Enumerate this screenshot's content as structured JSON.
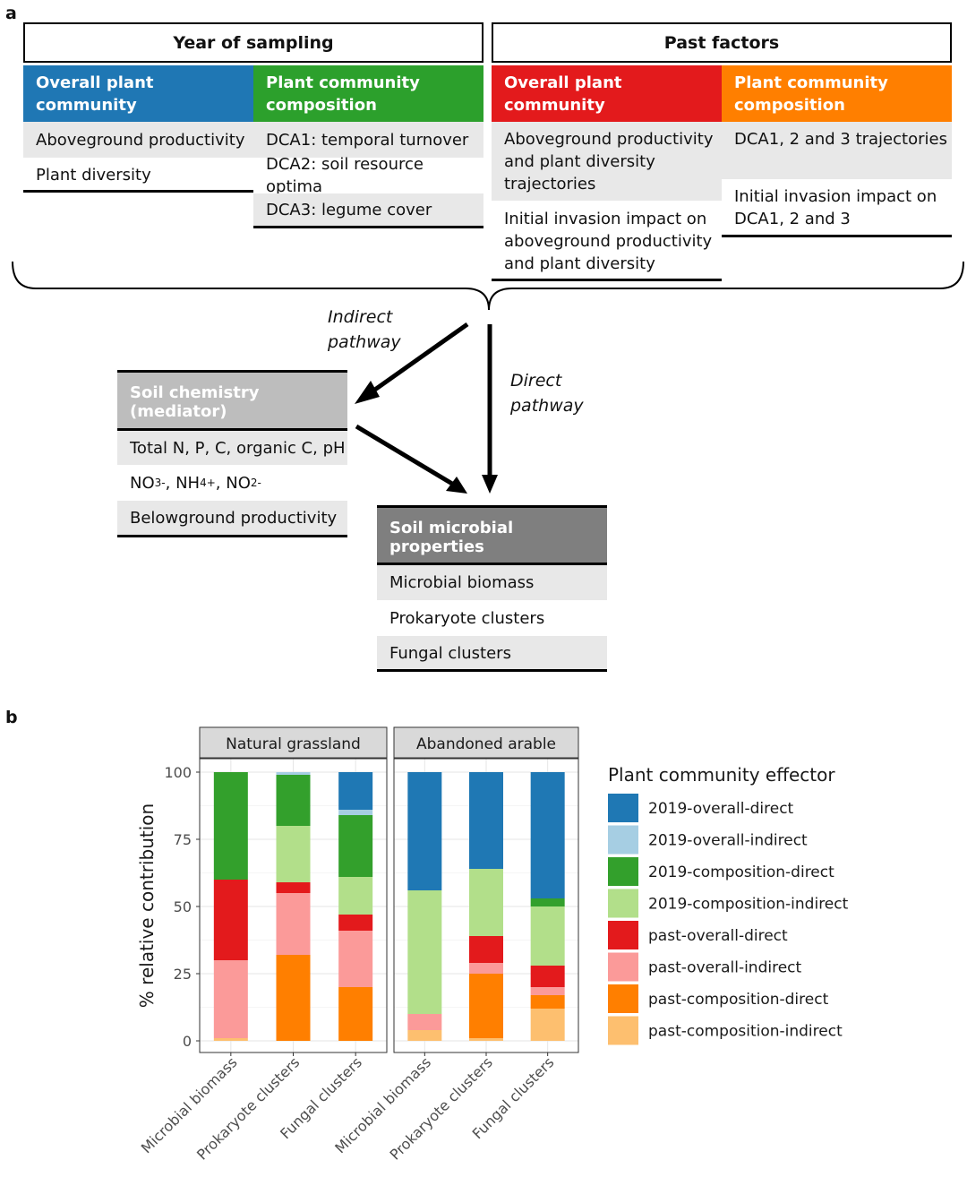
{
  "panel_a": {
    "label": "a",
    "year_header": "Year of sampling",
    "past_header": "Past factors",
    "year_overall": {
      "title": "Overall plant community",
      "color": "#1f77b4",
      "items": [
        "Aboveground productivity",
        "Plant diversity"
      ]
    },
    "year_composition": {
      "title_line1": "Plant community",
      "title_line2": "composition",
      "color": "#2ca02c",
      "items": [
        "DCA1: temporal turnover",
        "DCA2: soil resource optima",
        "DCA3: legume cover"
      ]
    },
    "past_overall": {
      "title": "Overall plant community",
      "color": "#e31a1c",
      "item1_lines": [
        "Aboveground productivity",
        "and plant diversity",
        "trajectories"
      ],
      "item2_lines": [
        "Initial invasion impact on",
        "aboveground productivity",
        "and plant diversity"
      ]
    },
    "past_composition": {
      "title_line1": "Plant community",
      "title_line2": "composition",
      "color": "#ff7f00",
      "item1": "DCA1, 2 and 3 trajectories",
      "item2_lines": [
        "Initial invasion impact on",
        "DCA1, 2 and 3"
      ]
    },
    "indirect_lines": [
      "Indirect",
      "pathway"
    ],
    "direct_lines": [
      "Direct",
      "pathway"
    ],
    "soil_chem": {
      "title": "Soil chemistry (mediator)",
      "item1": "Total N, P, C, organic C, pH",
      "item2_parts": [
        "NO",
        "3",
        "-",
        ", NH",
        "4",
        "+",
        ", NO",
        "2",
        "-"
      ],
      "item3": "Belowground productivity"
    },
    "microbial": {
      "title": "Soil microbial properties",
      "items": [
        "Microbial biomass",
        "Prokaryote clusters",
        "Fungal clusters"
      ]
    }
  },
  "panel_b": {
    "label": "b"
  },
  "chart_data": {
    "type": "bar",
    "stacked": true,
    "ylabel": "% relative contribution",
    "ylim": [
      0,
      100
    ],
    "yticks": [
      0,
      25,
      50,
      75,
      100
    ],
    "categories": [
      "Microbial biomass",
      "Prokaryote clusters",
      "Fungal clusters"
    ],
    "legend_title": "Plant community effector",
    "legend_position": "right",
    "grid": true,
    "series": [
      {
        "name": "past-composition-indirect",
        "color": "#fdbf6f"
      },
      {
        "name": "past-composition-direct",
        "color": "#ff7f00"
      },
      {
        "name": "past-overall-indirect",
        "color": "#fb9a99"
      },
      {
        "name": "past-overall-direct",
        "color": "#e31a1c"
      },
      {
        "name": "2019-composition-indirect",
        "color": "#b2df8a"
      },
      {
        "name": "2019-composition-direct",
        "color": "#33a02c"
      },
      {
        "name": "2019-overall-indirect",
        "color": "#a6cee3"
      },
      {
        "name": "2019-overall-direct",
        "color": "#1f78b4"
      }
    ],
    "facets": [
      {
        "title": "Natural grassland",
        "values": {
          "Microbial biomass": [
            1,
            0,
            29,
            30,
            0,
            40,
            0,
            0
          ],
          "Prokaryote clusters": [
            0,
            32,
            23,
            4,
            21,
            19,
            1,
            0
          ],
          "Fungal clusters": [
            0,
            20,
            21,
            6,
            14,
            23,
            2,
            14
          ]
        }
      },
      {
        "title": "Abandoned arable",
        "values": {
          "Microbial biomass": [
            4,
            0,
            6,
            0,
            46,
            0,
            0,
            44
          ],
          "Prokaryote clusters": [
            1,
            24,
            4,
            10,
            25,
            0,
            0,
            36
          ],
          "Fungal clusters": [
            12,
            5,
            3,
            8,
            22,
            3,
            0,
            47
          ]
        }
      }
    ]
  }
}
